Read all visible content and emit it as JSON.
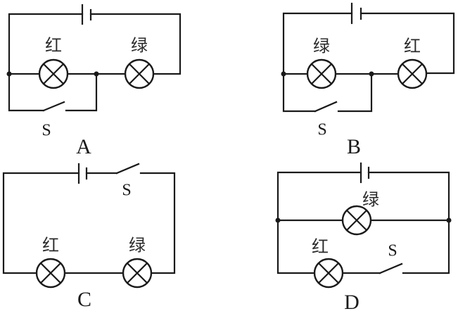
{
  "figure": {
    "description": "Four circuit options with red and green lamps, a battery and a switch S",
    "options": [
      {
        "id": "A",
        "label": "A",
        "lamp_left": "红",
        "lamp_right": "绿",
        "switch": "S",
        "topology": "series red+green, switch in parallel with red lamp"
      },
      {
        "id": "B",
        "label": "B",
        "lamp_left": "绿",
        "lamp_right": "红",
        "switch": "S",
        "topology": "series green+red, switch in parallel with green lamp"
      },
      {
        "id": "C",
        "label": "C",
        "lamp_left": "红",
        "lamp_right": "绿",
        "switch": "S",
        "topology": "series circuit: battery, switch, red, green"
      },
      {
        "id": "D",
        "label": "D",
        "lamp_top": "绿",
        "lamp_bottom": "红",
        "switch": "S",
        "topology": "parallel: green branch; red branch with switch"
      }
    ]
  },
  "colors": {
    "ink": "#1a1a1a",
    "background": "#ffffff"
  }
}
